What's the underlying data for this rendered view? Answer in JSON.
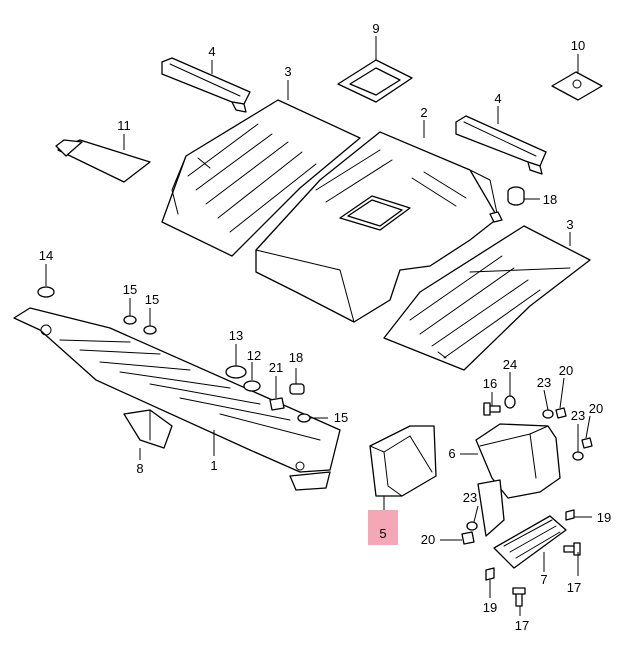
{
  "diagram": {
    "highlight_color": "#f4a7b4",
    "line_color": "#000000",
    "callouts": [
      {
        "id": "c1",
        "label": "1"
      },
      {
        "id": "c2",
        "label": "2"
      },
      {
        "id": "c3a",
        "label": "3"
      },
      {
        "id": "c3b",
        "label": "3"
      },
      {
        "id": "c4a",
        "label": "4"
      },
      {
        "id": "c4b",
        "label": "4"
      },
      {
        "id": "c5",
        "label": "5",
        "highlighted": true
      },
      {
        "id": "c6",
        "label": "6"
      },
      {
        "id": "c7",
        "label": "7"
      },
      {
        "id": "c8",
        "label": "8"
      },
      {
        "id": "c9",
        "label": "9"
      },
      {
        "id": "c10",
        "label": "10"
      },
      {
        "id": "c11",
        "label": "11"
      },
      {
        "id": "c12",
        "label": "12"
      },
      {
        "id": "c13",
        "label": "13"
      },
      {
        "id": "c14",
        "label": "14"
      },
      {
        "id": "c15a",
        "label": "15"
      },
      {
        "id": "c15b",
        "label": "15"
      },
      {
        "id": "c15c",
        "label": "15"
      },
      {
        "id": "c16",
        "label": "16"
      },
      {
        "id": "c17a",
        "label": "17"
      },
      {
        "id": "c17b",
        "label": "17"
      },
      {
        "id": "c18a",
        "label": "18"
      },
      {
        "id": "c18b",
        "label": "18"
      },
      {
        "id": "c19a",
        "label": "19"
      },
      {
        "id": "c19b",
        "label": "19"
      },
      {
        "id": "c20a",
        "label": "20"
      },
      {
        "id": "c20b",
        "label": "20"
      },
      {
        "id": "c20c",
        "label": "20"
      },
      {
        "id": "c21",
        "label": "21"
      },
      {
        "id": "c23a",
        "label": "23"
      },
      {
        "id": "c23b",
        "label": "23"
      },
      {
        "id": "c23c",
        "label": "23"
      },
      {
        "id": "c24",
        "label": "24"
      }
    ]
  }
}
